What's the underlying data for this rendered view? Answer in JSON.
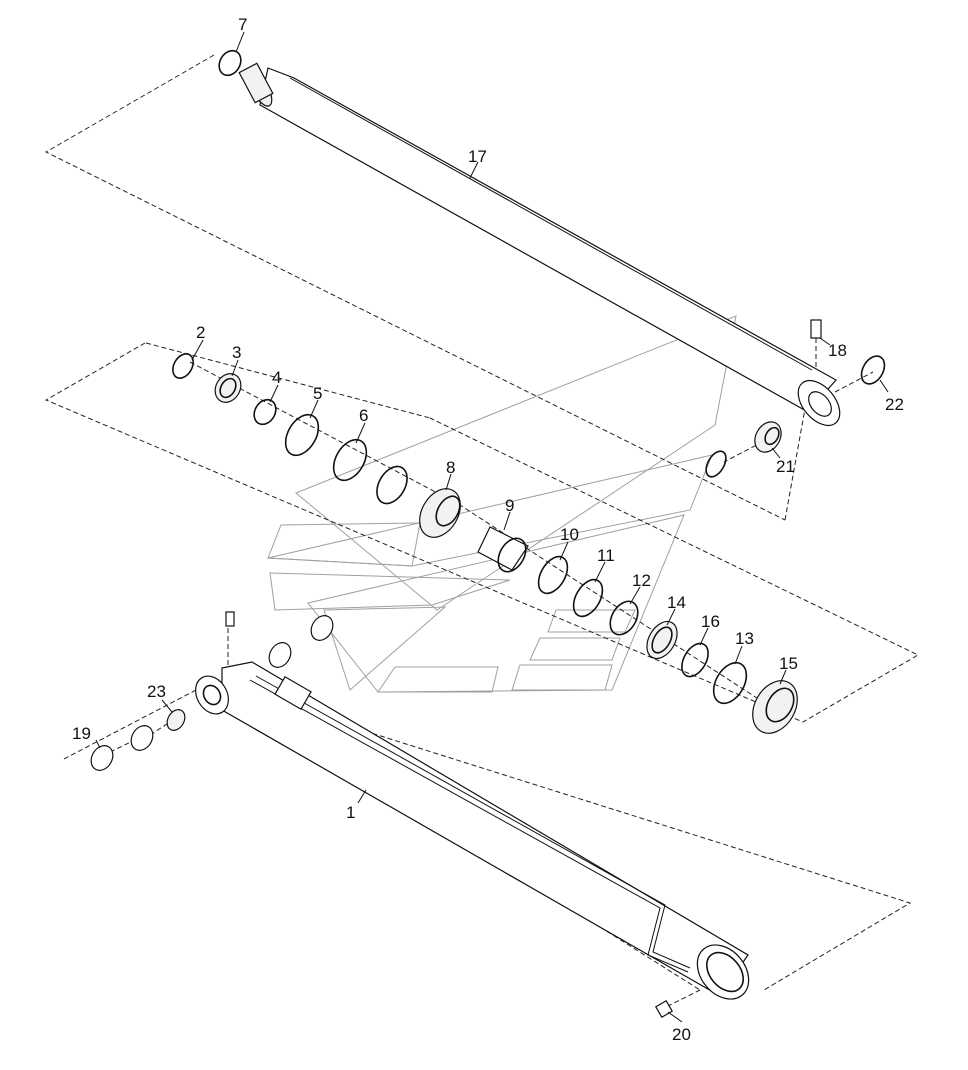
{
  "diagram": {
    "callouts": [
      {
        "id": "c7",
        "label": "7"
      },
      {
        "id": "c17",
        "label": "17"
      },
      {
        "id": "c2",
        "label": "2"
      },
      {
        "id": "c3",
        "label": "3"
      },
      {
        "id": "c4",
        "label": "4"
      },
      {
        "id": "c5",
        "label": "5"
      },
      {
        "id": "c6",
        "label": "6"
      },
      {
        "id": "c8",
        "label": "8"
      },
      {
        "id": "c18",
        "label": "18"
      },
      {
        "id": "c22",
        "label": "22"
      },
      {
        "id": "c21",
        "label": "21"
      },
      {
        "id": "c9",
        "label": "9"
      },
      {
        "id": "c10",
        "label": "10"
      },
      {
        "id": "c11",
        "label": "11"
      },
      {
        "id": "c12",
        "label": "12"
      },
      {
        "id": "c14",
        "label": "14"
      },
      {
        "id": "c16",
        "label": "16"
      },
      {
        "id": "c13",
        "label": "13"
      },
      {
        "id": "c15",
        "label": "15"
      },
      {
        "id": "c23",
        "label": "23"
      },
      {
        "id": "c19",
        "label": "19"
      },
      {
        "id": "c1",
        "label": "1"
      },
      {
        "id": "c20",
        "label": "20"
      }
    ]
  },
  "colors": {
    "line": "#111111",
    "watermark": "#888888",
    "background": "#ffffff"
  }
}
